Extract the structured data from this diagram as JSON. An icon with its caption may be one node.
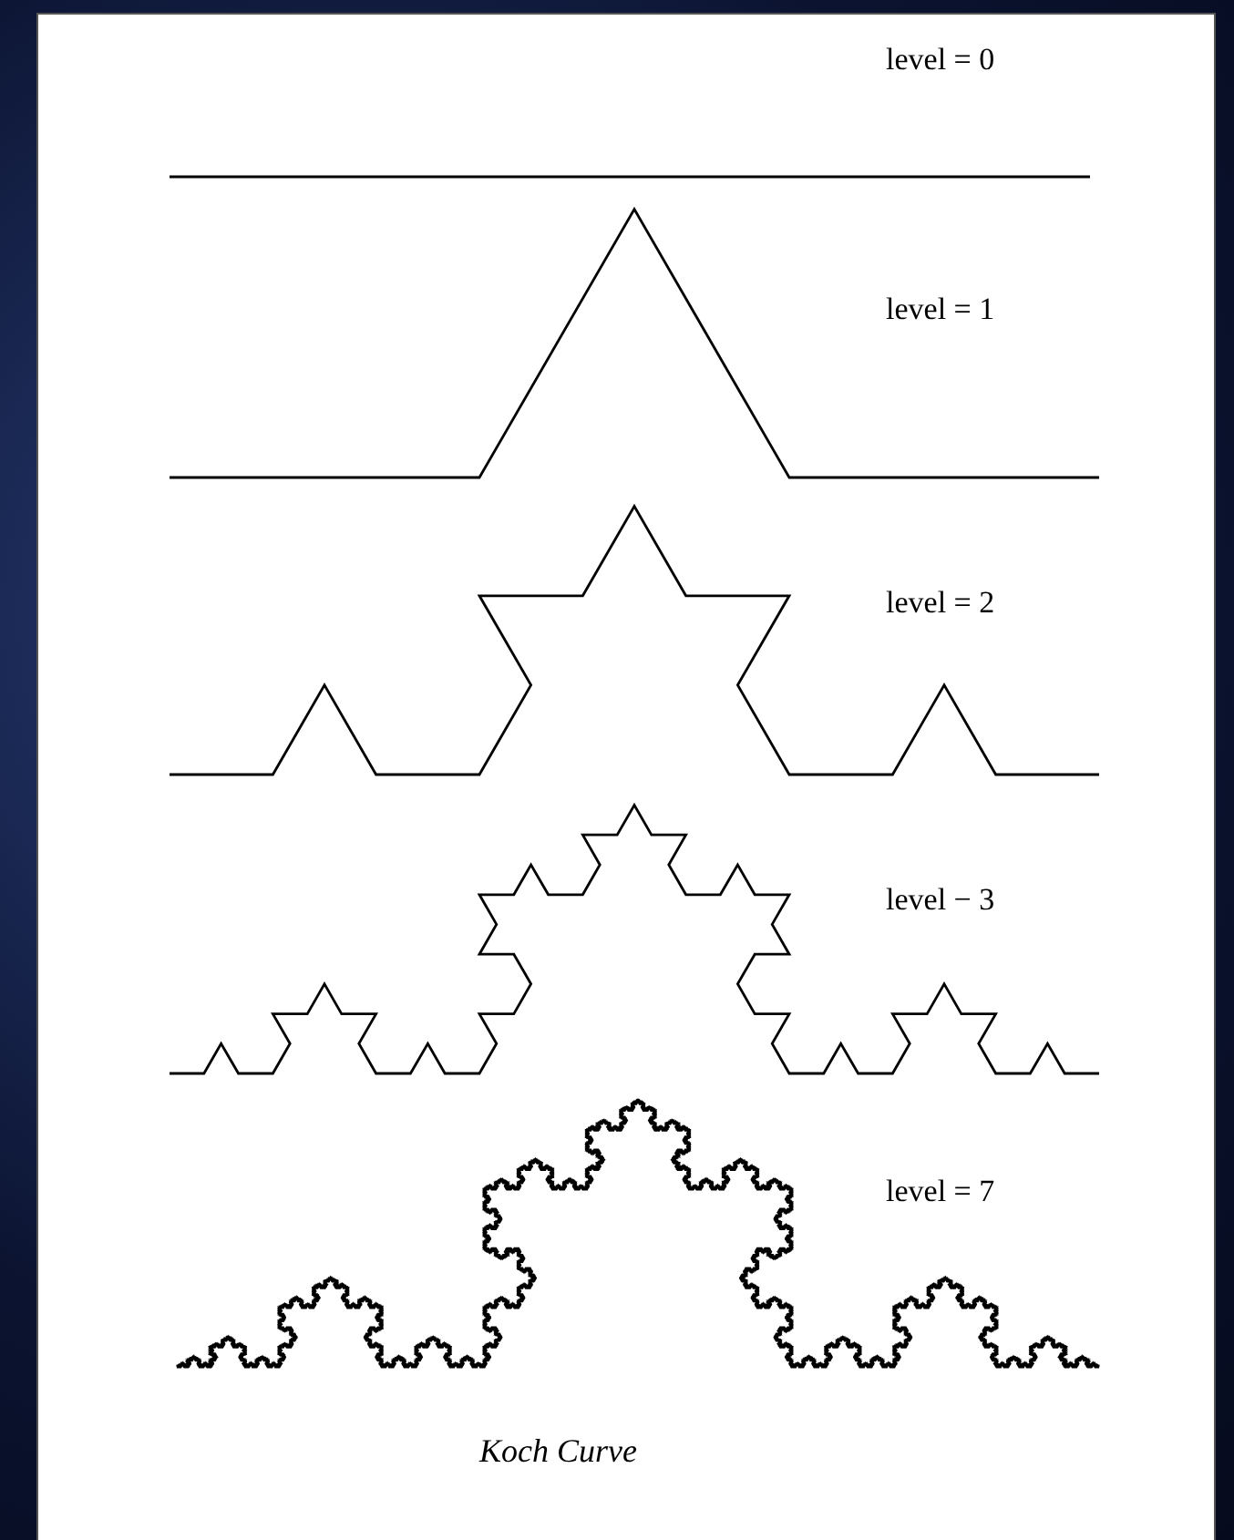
{
  "diagram": {
    "caption": "Koch Curve",
    "labels": [
      "level = 0",
      "level = 1",
      "level = 2",
      "level − 3",
      "level = 7"
    ]
  }
}
